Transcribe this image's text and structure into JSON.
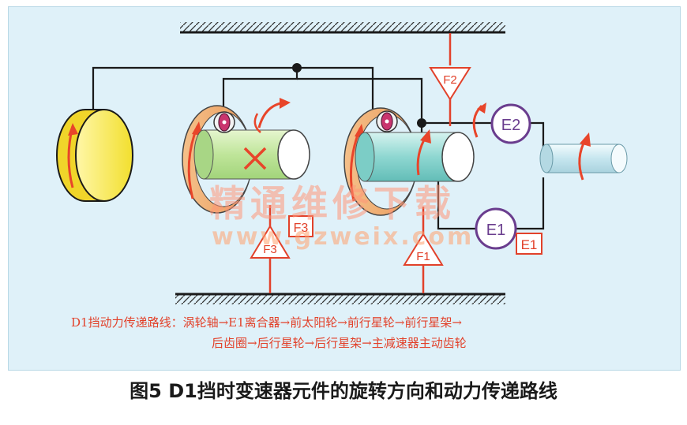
{
  "figure": {
    "caption": "图5 D1挡时变速器元件的旋转方向和动力传递路线"
  },
  "labels": {
    "e1_circle": "E1",
    "e1_box": "E1",
    "e2_circle": "E2",
    "f1": "F1",
    "f2": "F2",
    "f3_triangle": "F3",
    "f3_box": "F3"
  },
  "route": {
    "line1": "D1挡动力传递路线：涡轮轴→E1离合器→前太阳轮→前行星轮→前行星架→",
    "line2": "后齿圈→后行星轮→后行星架→主减速器主动齿轮"
  },
  "watermark": {
    "chinese": "精通维修下载",
    "url": "www.gzweix.com"
  },
  "colors": {
    "panel_bg": "#dff1f9",
    "arrow_red": "#e8452a",
    "label_red": "#e2412a",
    "clutch_purple": "#6a3d8e",
    "ring_orange": "#f0b070",
    "disc_yellow": "#f4e43c",
    "shaft_green": "#c6e8a4",
    "shaft_cyan": "#8fd9d3"
  },
  "icons": {
    "held_marker": "red-x",
    "rotation": "curved-arrow"
  }
}
